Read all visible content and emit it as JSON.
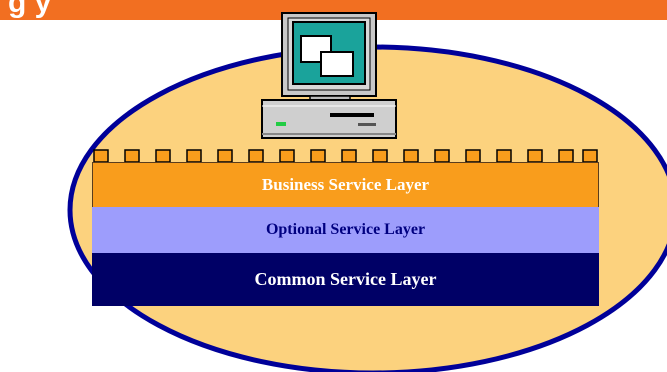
{
  "header": {
    "partial_title": "g  y"
  },
  "diagram": {
    "colors": {
      "header_bar": "#f26f21",
      "ellipse_fill": "#fcd27e",
      "ellipse_stroke": "#000099",
      "business_layer": "#f99d1c",
      "optional_layer": "#9d9dfc",
      "common_layer": "#000066",
      "monitor_screen": "#1aa39b"
    },
    "icons": [
      "computer-icon",
      "window-icon"
    ],
    "layers": [
      {
        "label": "Business Service Layer"
      },
      {
        "label": "Optional Service Layer"
      },
      {
        "label": "Common Service Layer"
      }
    ]
  }
}
